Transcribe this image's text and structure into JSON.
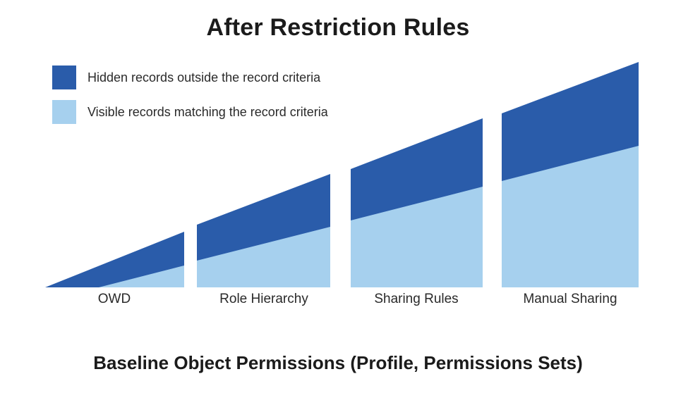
{
  "title": "After Restriction Rules",
  "legend": [
    {
      "label": "Hidden records outside the record criteria",
      "color": "#2a5caa"
    },
    {
      "label": "Visible records matching the record criteria",
      "color": "#a6d0ee"
    }
  ],
  "stages": [
    {
      "label": "OWD"
    },
    {
      "label": "Role Hierarchy"
    },
    {
      "label": "Sharing Rules"
    },
    {
      "label": "Manual Sharing"
    }
  ],
  "footer": "Baseline Object Permissions (Profile, Permissions Sets)"
}
